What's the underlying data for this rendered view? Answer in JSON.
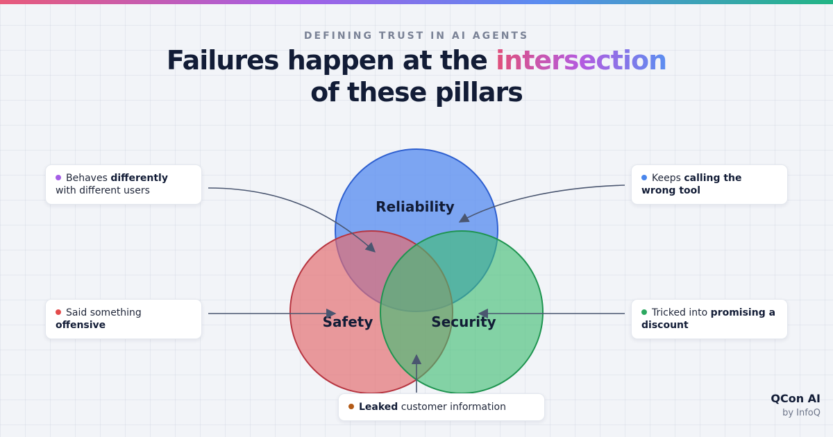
{
  "header": {
    "eyebrow": "DEFINING TRUST IN AI AGENTS",
    "title_part1": "Failures happen at the ",
    "title_highlight": "intersection",
    "title_part2": "of these pillars"
  },
  "diagram": {
    "circles": [
      {
        "label": "Reliability",
        "color": "#5b8ef0"
      },
      {
        "label": "Safety",
        "color": "#e36b6e"
      },
      {
        "label": "Security",
        "color": "#3fbd73"
      }
    ]
  },
  "callouts": [
    {
      "id": "reliability-safety",
      "dot_color": "#a55ee6",
      "pre": "Behaves ",
      "bold": "differently",
      "post": " with different users"
    },
    {
      "id": "reliability-security",
      "dot_color": "#4a86ec",
      "pre": "Keeps ",
      "bold": "calling the wrong tool",
      "post": ""
    },
    {
      "id": "safety",
      "dot_color": "#e34b4b",
      "pre": "Said something ",
      "bold": "offensive",
      "post": ""
    },
    {
      "id": "security",
      "dot_color": "#2ca860",
      "pre": "Tricked into ",
      "bold": "promising a discount",
      "post": ""
    },
    {
      "id": "safety-security",
      "dot_color": "#b35a16",
      "pre": "",
      "bold": "Leaked",
      "post": " customer information"
    }
  ],
  "brand": {
    "name": "QCon AI",
    "sub": "by InfoQ"
  }
}
